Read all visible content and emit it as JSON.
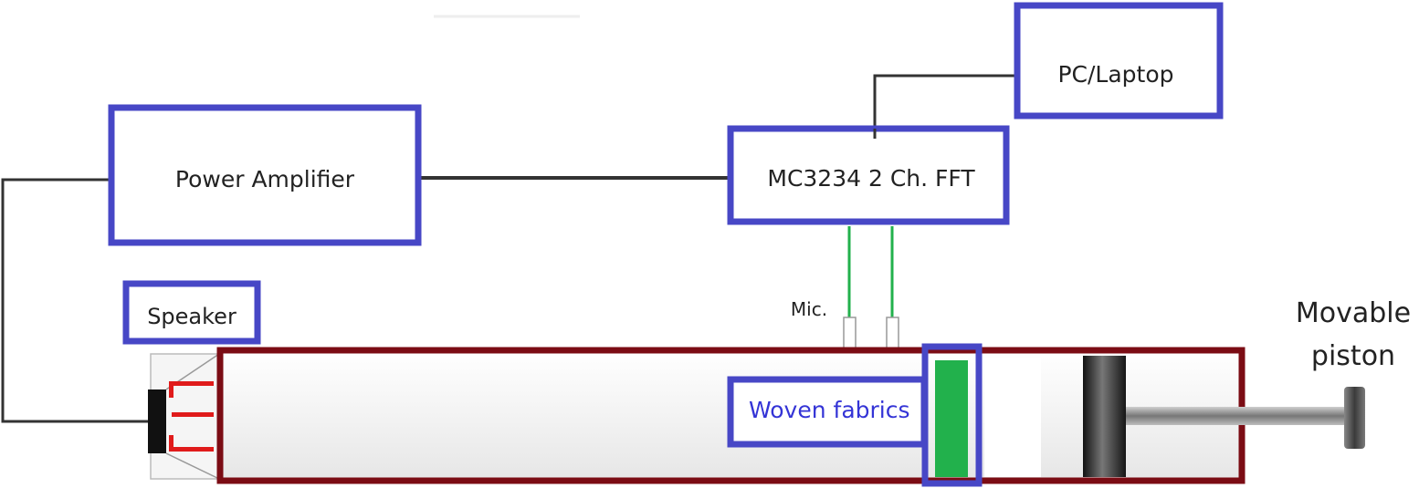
{
  "labels": {
    "power_amplifier": "Power Amplifier",
    "fft_analyzer": "MC3234 2 Ch. FFT",
    "pc": "PC/Laptop",
    "speaker": "Speaker",
    "mic": "Mic.",
    "woven": "Woven fabrics",
    "piston_line1": "Movable",
    "piston_line2": "piston"
  },
  "colors": {
    "box_border": "#4747c6",
    "tube_border": "#7b0c14",
    "wire": "#333333",
    "mic_wire": "#22b14c",
    "sample": "#22b14c",
    "speaker_red": "#e01b1b",
    "woven_text": "#3434d6"
  }
}
